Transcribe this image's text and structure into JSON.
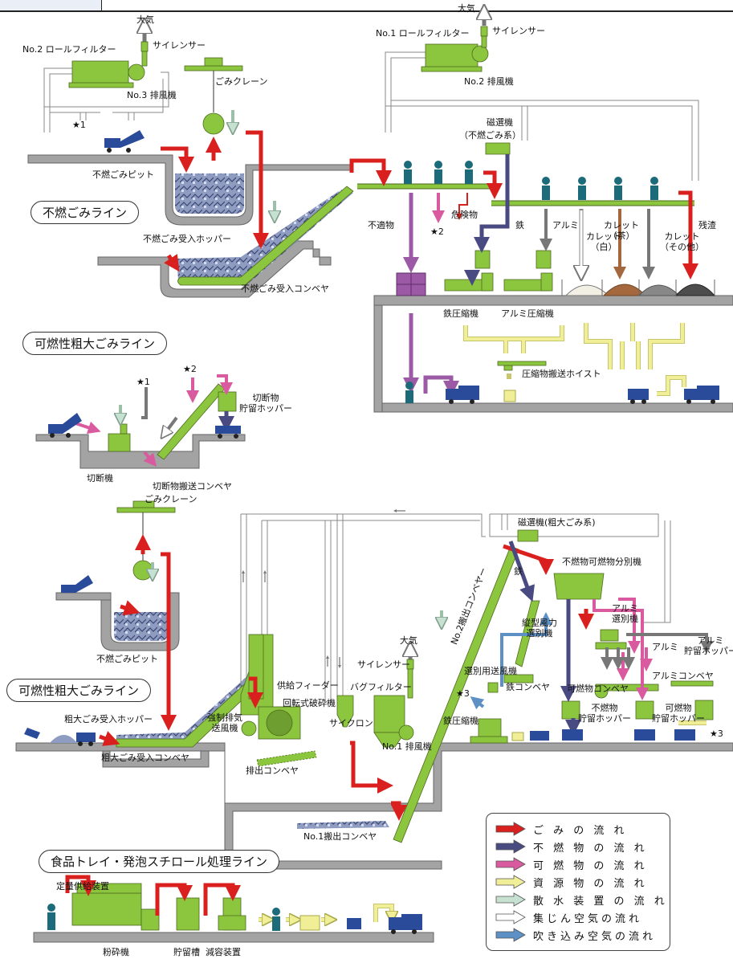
{
  "colors": {
    "garbage": "#d9201e",
    "noncombustible": "#4a4a82",
    "combustible": "#d95a9e",
    "resource": "#f0ee96",
    "sprinkler": "#c6e0d1",
    "dust_air": "#ffffff",
    "blow_air": "#5d90c4",
    "machine": "#8cc63f",
    "floor": "#a3a3a3",
    "purple": "#9b59a6",
    "brown": "#a5683e",
    "dark": "#4d4d4d"
  },
  "sections": {
    "noncombustible_line": "不燃ごみライン",
    "combustible_bulky_line_1": "可燃性粗大ごみライン",
    "combustible_bulky_line_2": "可燃性粗大ごみライン",
    "food_tray_line": "食品トレイ・発泡スチロール処理ライン"
  },
  "labels": {
    "atmosphere_1": "大気",
    "atmosphere_2": "大気",
    "atmosphere_3": "大気",
    "silencer_1": "サイレンサー",
    "silencer_2": "サイレンサー",
    "silencer_3": "サイレンサー",
    "roll_filter_2": "No.2 ロールフィルター",
    "roll_filter_1": "No.1 ロールフィルター",
    "exhaust_fan_3": "No.3 排風機",
    "exhaust_fan_2": "No.2 排風機",
    "exhaust_fan_1": "No.1 排風機",
    "crane_1": "ごみクレーン",
    "crane_2": "ごみクレーン",
    "star1_a": "★1",
    "star1_b": "★1",
    "star2_a": "★2",
    "star2_b": "★2",
    "star3_a": "★3",
    "star3_b": "★3",
    "pit_1": "不燃ごみピット",
    "pit_2": "不燃ごみピット",
    "hopper_receive": "不燃ごみ受入ホッパー",
    "conveyor_receive": "不燃ごみ受入コンベヤ",
    "magnet_1a": "磁選機",
    "magnet_1b": "（不燃ごみ系）",
    "unsuitable": "不適物",
    "hazardous": "危険物",
    "iron": "鉄",
    "aluminium": "アルミ",
    "cullet_white_1": "カレット",
    "cullet_white_2": "（白）",
    "cullet_brown_1": "カレット",
    "cullet_brown_2": "（茶）",
    "cullet_other_1": "カレット",
    "cullet_other_2": "（その他）",
    "residue": "残渣",
    "iron_press_1": "鉄圧縮機",
    "alu_press_1": "アルミ圧縮機",
    "hoist": "圧縮物搬送ホイスト",
    "cut_hopper_1": "切断物",
    "cut_hopper_2": "貯留ホッパー",
    "cutter": "切断機",
    "cut_conveyor": "切断物搬送コンベヤ",
    "magnet_2": "磁選機(粗大ごみ系)",
    "separator": "不燃物可燃物分別機",
    "iron_2": "鉄",
    "no2_discharge": "No.2搬出コンベヤー",
    "vertical_wind_1": "縦型風力",
    "vertical_wind_2": "選別機",
    "alu_sep_1": "アルミ",
    "alu_sep_2": "選別機",
    "alu_2": "アルミ",
    "alu_hopper_1": "アルミ",
    "alu_hopper_2": "貯留ホッパー",
    "alu_conveyor": "アルミコンベヤ",
    "comb_conveyor": "可燃物コンベヤ",
    "noncomb_hopper_1": "不燃物",
    "noncomb_hopper_2": "貯留ホッパー",
    "comb_hopper_1": "可燃物",
    "comb_hopper_2": "貯留ホッパー",
    "sort_fan": "選別用送風機",
    "iron_conveyor": "鉄コンベヤ",
    "iron_press_2": "鉄圧縮機",
    "feeder": "供給フィーダー",
    "rotary_crusher": "回転式破砕機",
    "bag_filter": "バグフィルター",
    "cyclone": "サイクロン",
    "forced_fan_1": "強制排気",
    "forced_fan_2": "送風機",
    "bulky_hopper": "粗大ごみ受入ホッパー",
    "bulky_conveyor": "粗大ごみ受入コンベヤ",
    "discharge_conveyor": "排出コンベヤ",
    "no1_discharge": "No.1搬出コンベヤ",
    "quant_feeder": "定量供給装置",
    "crusher": "粉砕機",
    "storage": "貯留槽",
    "reducer": "減容装置"
  },
  "legend": [
    {
      "label": "ご み の 流 れ",
      "color": "#d9201e"
    },
    {
      "label": "不 燃 物 の 流 れ",
      "color": "#4a4a82"
    },
    {
      "label": "可 燃 物 の 流 れ",
      "color": "#d95a9e"
    },
    {
      "label": "資 源 物 の 流 れ",
      "color": "#f0ee96"
    },
    {
      "label": "散 水 装 置 の 流 れ",
      "color": "#c6e0d1"
    },
    {
      "label": "集じん空気の流れ",
      "color": "#ffffff"
    },
    {
      "label": "吹き込み空気の流れ",
      "color": "#5d90c4"
    }
  ]
}
